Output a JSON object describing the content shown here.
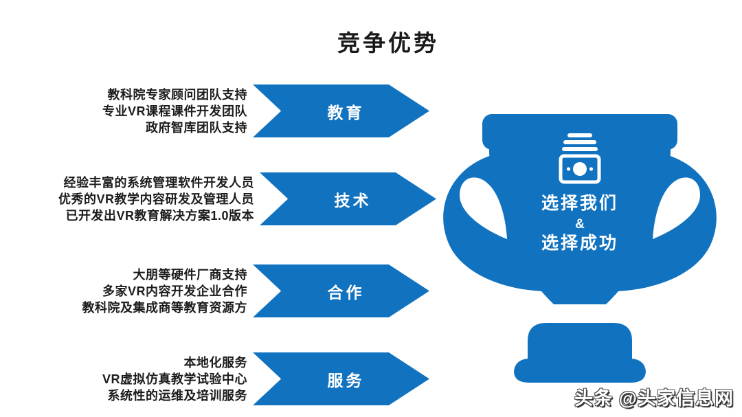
{
  "title": "竞争优势",
  "accent_color": "#1173C0",
  "rows": [
    {
      "label": "教育",
      "lines": [
        "教科院专家顾问团队支持",
        "专业VR课程课件开发团队",
        "政府智库团队支持"
      ]
    },
    {
      "label": "技术",
      "lines": [
        "经验丰富的系统管理软件开发人员",
        "优秀的VR教学内容研发及管理人员",
        "已开发出VR教育解决方案1.0版本"
      ]
    },
    {
      "label": "合作",
      "lines": [
        "大朋等硬件厂商支持",
        "多家VR内容开发企业合作",
        "教科院及集成商等教育资源方"
      ]
    },
    {
      "label": "服务",
      "lines": [
        "本地化服务",
        "VR虚拟仿真教学试验中心",
        "系统性的运维及培训服务"
      ]
    }
  ],
  "trophy": {
    "icon": "money-banknote-icon",
    "line1": "选择我们",
    "line2": "&",
    "line3": "选择成功"
  },
  "watermark": "头条 @头家信息网"
}
